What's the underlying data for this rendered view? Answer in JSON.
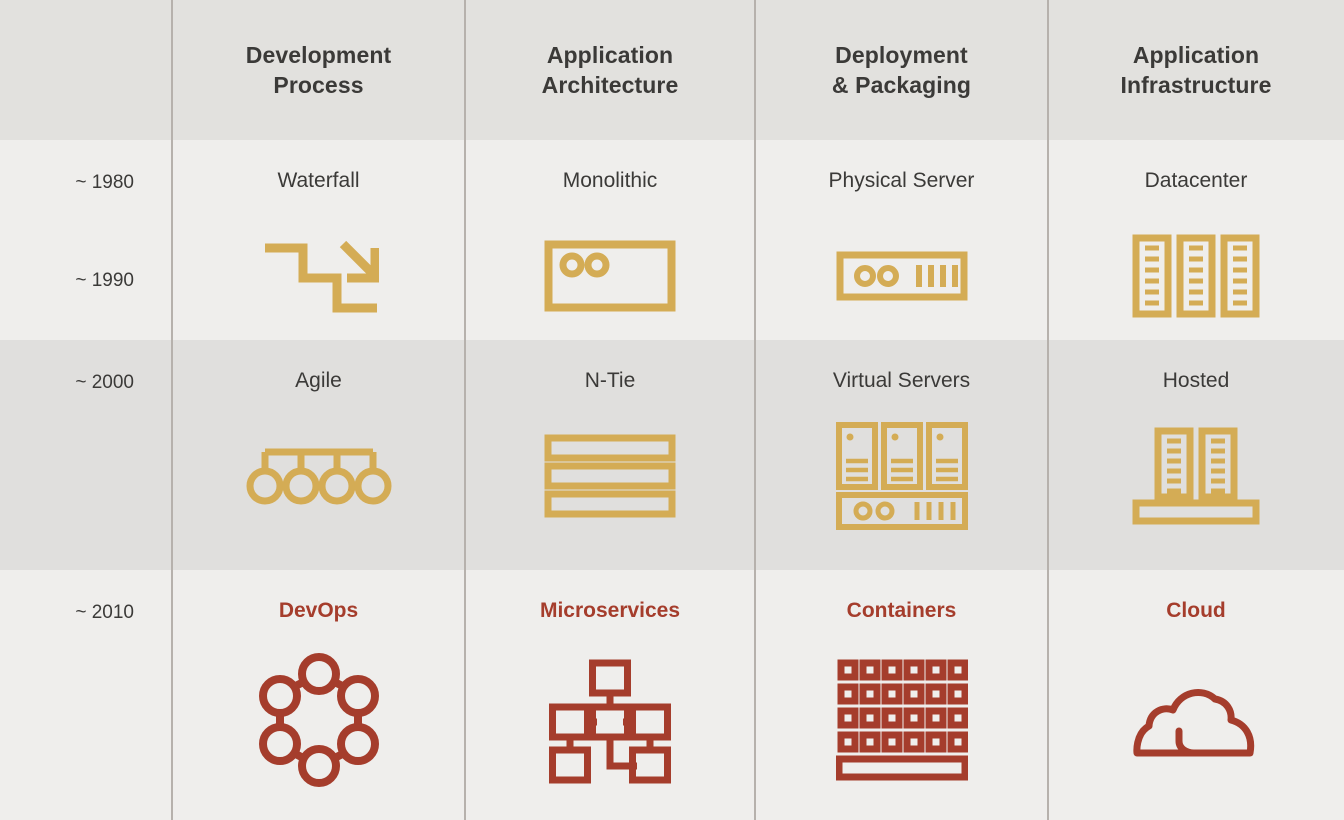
{
  "theme": {
    "header_bg": "#e2e1de",
    "row_light_bg": "#efeeec",
    "row_dark_bg": "#e0dfdd",
    "divider": "#b6b1ac",
    "text": "#3b3a38",
    "icon_gold": "#d4ac55",
    "icon_rust": "#a53d2c"
  },
  "columns": [
    {
      "key": "timeline",
      "header": ""
    },
    {
      "key": "dev_process",
      "header": "Development\nProcess"
    },
    {
      "key": "app_architecture",
      "header": "Application\nArchitecture"
    },
    {
      "key": "deploy_packaging",
      "header": "Deployment\n& Packaging"
    },
    {
      "key": "app_infrastructure",
      "header": "Application\nInfrastructure"
    }
  ],
  "headers": {
    "dev_process_line1": "Development",
    "dev_process_line2": "Process",
    "app_architecture_line1": "Application",
    "app_architecture_line2": "Architecture",
    "deploy_packaging_line1": "Deployment",
    "deploy_packaging_line2": "& Packaging",
    "app_infrastructure_line1": "Application",
    "app_infrastructure_line2": "Infrastructure"
  },
  "rows": [
    {
      "id": "era-1980-1990",
      "years": [
        "~ 1980",
        "~ 1990"
      ],
      "accent": false,
      "cells": [
        {
          "label": "Waterfall",
          "icon": "waterfall-staircase-arrow-icon"
        },
        {
          "label": "Monolithic",
          "icon": "monolithic-box-icon"
        },
        {
          "label": "Physical Server",
          "icon": "physical-server-rack-unit-icon"
        },
        {
          "label": "Datacenter",
          "icon": "datacenter-three-racks-icon"
        }
      ]
    },
    {
      "id": "era-2000",
      "years": [
        "~ 2000"
      ],
      "accent": false,
      "cells": [
        {
          "label": "Agile",
          "icon": "agile-comb-nodes-icon"
        },
        {
          "label": "N-Tie",
          "icon": "n-tier-stacked-layers-icon"
        },
        {
          "label": "Virtual Servers",
          "icon": "virtual-servers-icon"
        },
        {
          "label": "Hosted",
          "icon": "hosted-racks-on-platform-icon"
        }
      ]
    },
    {
      "id": "era-2010",
      "years": [
        "~ 2010"
      ],
      "accent": true,
      "cells": [
        {
          "label": "DevOps",
          "icon": "devops-hexagon-nodes-icon"
        },
        {
          "label": "Microservices",
          "icon": "microservices-node-graph-icon"
        },
        {
          "label": "Containers",
          "icon": "containers-grid-on-ship-icon"
        },
        {
          "label": "Cloud",
          "icon": "cloud-outline-icon"
        }
      ]
    }
  ]
}
